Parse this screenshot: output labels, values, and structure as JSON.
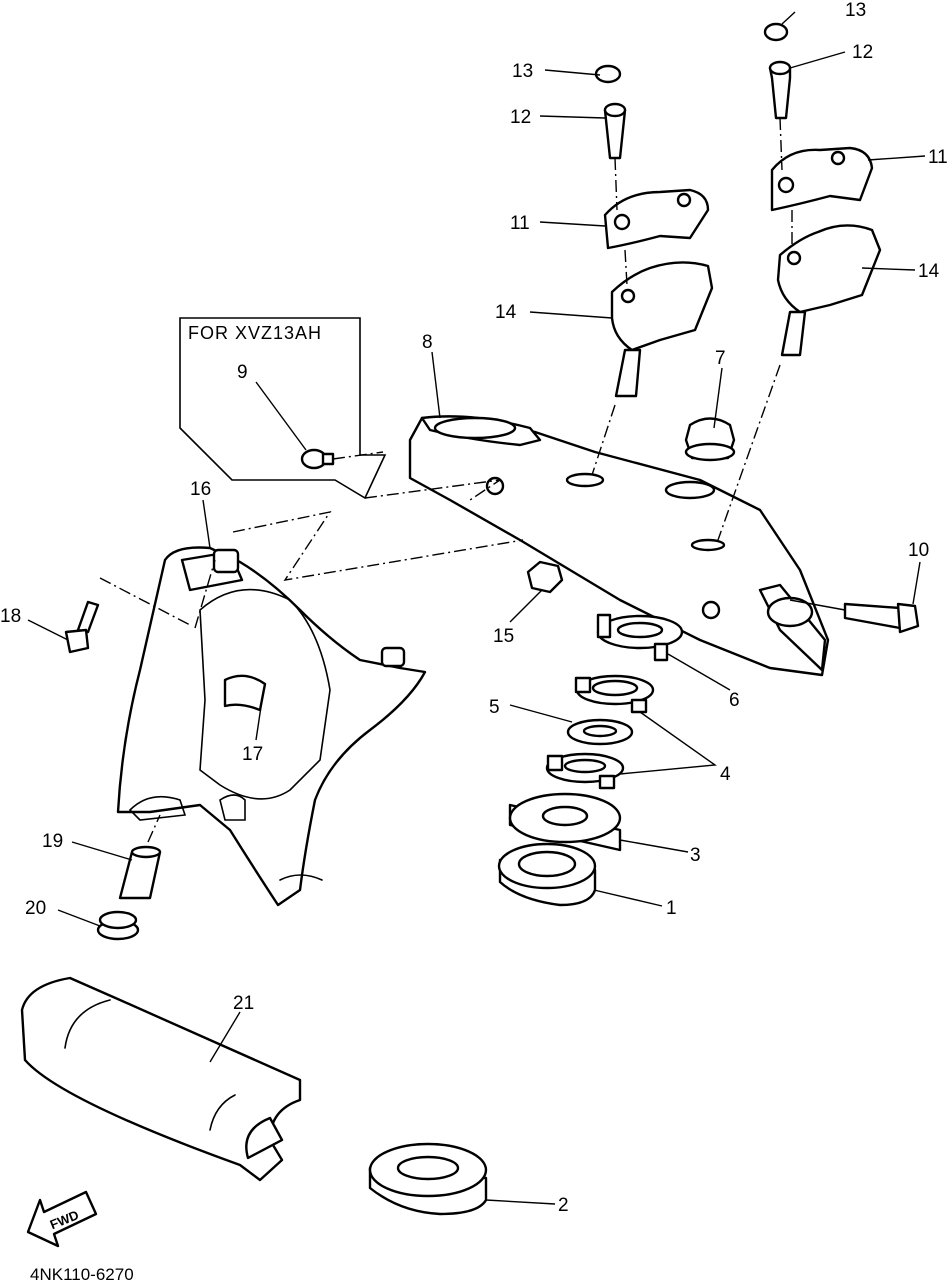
{
  "diagram": {
    "box_title": "FOR XVZ13AH",
    "code": "4NK110-6270",
    "fwd_label": "FWD",
    "callouts": [
      {
        "id": "c1",
        "text": "1"
      },
      {
        "id": "c2",
        "text": "2"
      },
      {
        "id": "c3",
        "text": "3"
      },
      {
        "id": "c4",
        "text": "4"
      },
      {
        "id": "c5",
        "text": "5"
      },
      {
        "id": "c6",
        "text": "6"
      },
      {
        "id": "c7",
        "text": "7"
      },
      {
        "id": "c8",
        "text": "8"
      },
      {
        "id": "c9",
        "text": "9"
      },
      {
        "id": "c10",
        "text": "10"
      },
      {
        "id": "c11a",
        "text": "11"
      },
      {
        "id": "c11b",
        "text": "11"
      },
      {
        "id": "c12a",
        "text": "12"
      },
      {
        "id": "c12b",
        "text": "12"
      },
      {
        "id": "c13a",
        "text": "13"
      },
      {
        "id": "c13b",
        "text": "13"
      },
      {
        "id": "c14a",
        "text": "14"
      },
      {
        "id": "c14b",
        "text": "14"
      },
      {
        "id": "c15",
        "text": "15"
      },
      {
        "id": "c16",
        "text": "16"
      },
      {
        "id": "c17",
        "text": "17"
      },
      {
        "id": "c18",
        "text": "18"
      },
      {
        "id": "c19",
        "text": "19"
      },
      {
        "id": "c20",
        "text": "20"
      },
      {
        "id": "c21",
        "text": "21"
      }
    ]
  }
}
